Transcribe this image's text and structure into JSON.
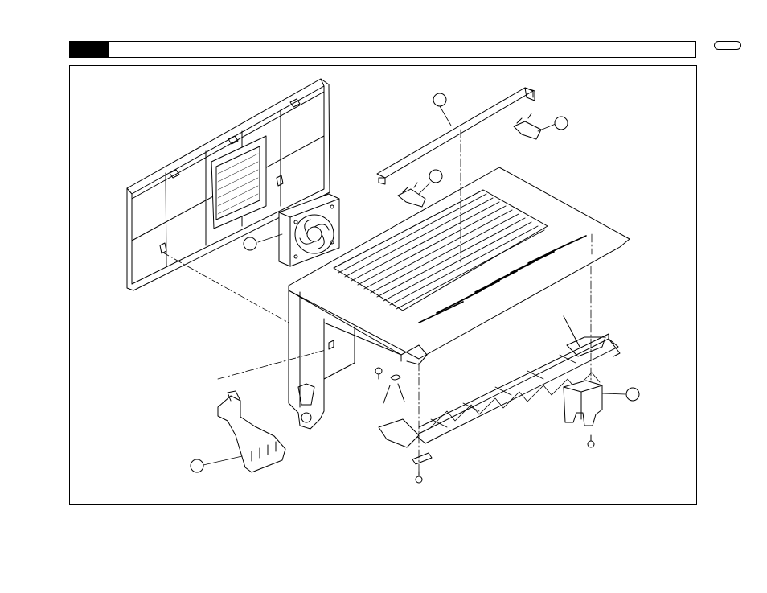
{
  "header": {
    "section_tab": "",
    "title": ""
  },
  "page_indicator": "",
  "figure": {
    "callouts": [
      {
        "id": "callout-top-rail",
        "label": ""
      },
      {
        "id": "callout-right-clip",
        "label": ""
      },
      {
        "id": "callout-left-clip",
        "label": ""
      },
      {
        "id": "callout-fan",
        "label": ""
      },
      {
        "id": "callout-bracket",
        "label": ""
      },
      {
        "id": "callout-lever",
        "label": ""
      }
    ]
  }
}
